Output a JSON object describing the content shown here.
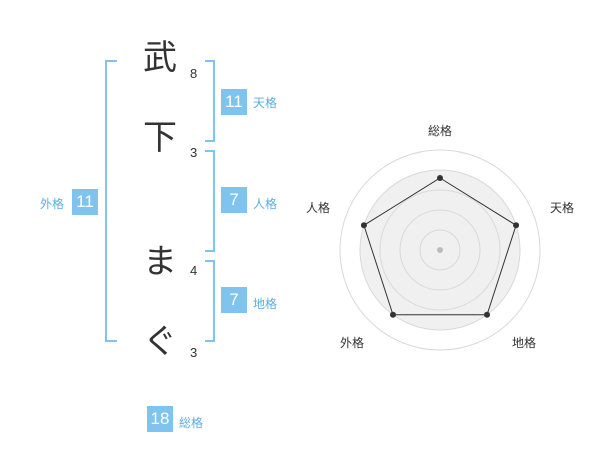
{
  "name_chars": [
    {
      "char": "武",
      "strokes": "8"
    },
    {
      "char": "下",
      "strokes": "3"
    },
    {
      "char": "ま",
      "strokes": "4"
    },
    {
      "char": "ぐ",
      "strokes": "3"
    }
  ],
  "scores": {
    "tenkaku": {
      "label": "天格",
      "value": "11"
    },
    "jinkaku": {
      "label": "人格",
      "value": "7"
    },
    "chikaku": {
      "label": "地格",
      "value": "7"
    },
    "gaikaku": {
      "label": "外格",
      "value": "11"
    },
    "soukaku": {
      "label": "総格",
      "value": "18"
    }
  },
  "radar": {
    "axes": [
      "総格",
      "天格",
      "地格",
      "外格",
      "人格"
    ],
    "values": [
      0.72,
      0.8,
      0.8,
      0.8,
      0.8
    ],
    "colors": {
      "fill": "#f0f0f0",
      "ring": "#d9d9d9",
      "line": "#333333",
      "center": "#bbbbbb"
    }
  },
  "colors": {
    "accent": "#7fc4ee",
    "label": "#5aaee0"
  }
}
